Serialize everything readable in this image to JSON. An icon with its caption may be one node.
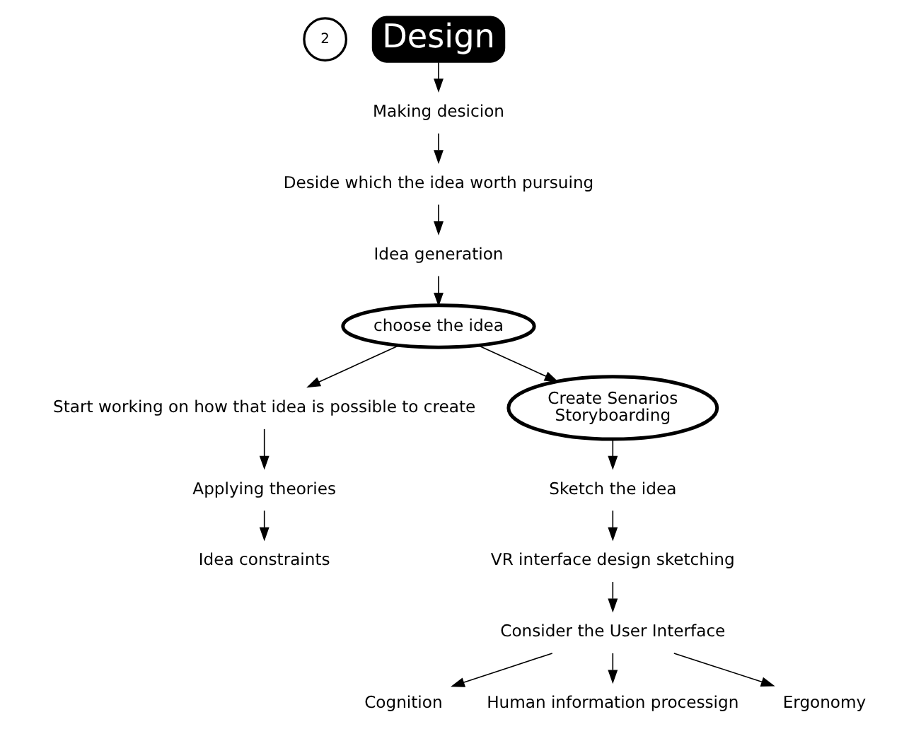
{
  "diagram": {
    "nodes": [
      {
        "text": [
          "Design"
        ]
      },
      {
        "text": [
          "Making desicion"
        ]
      },
      {
        "text": [
          "Deside which the idea worth pursuing"
        ]
      },
      {
        "text": [
          "Idea generation"
        ]
      },
      {
        "text": [
          "choose the idea"
        ]
      },
      {
        "text": [
          "Start working on how that idea is possible to create"
        ]
      },
      {
        "text": [
          "Idea constraints"
        ]
      },
      {
        "text": [
          "Applying theories"
        ]
      },
      {
        "text": [
          "Create Senarios",
          "Storyboarding"
        ]
      },
      {
        "text": [
          "Sketch the idea"
        ]
      },
      {
        "text": [
          "VR interface design sketching"
        ]
      },
      {
        "text": [
          "Consider the User Interface"
        ]
      },
      {
        "text": [
          "Cognition"
        ]
      },
      {
        "text": [
          "Human information processign"
        ]
      },
      {
        "text": [
          "Ergonomy"
        ]
      }
    ],
    "edges": [
      {
        "from": 0,
        "to": 1,
        "arrow": "to"
      },
      {
        "from": 1,
        "to": 2,
        "arrow": "to"
      },
      {
        "from": 2,
        "to": 3,
        "arrow": "to"
      },
      {
        "from": 3,
        "to": 4,
        "arrow": "to"
      },
      {
        "from": 4,
        "to": 5,
        "arrow": "to"
      },
      {
        "from": 5,
        "to": 7,
        "arrow": "to"
      },
      {
        "from": 7,
        "to": 6,
        "arrow": "to"
      },
      {
        "from": 4,
        "to": 8,
        "arrow": "to"
      },
      {
        "from": 8,
        "to": 9,
        "arrow": "to"
      },
      {
        "from": 9,
        "to": 10,
        "arrow": "to"
      },
      {
        "from": 10,
        "to": 11,
        "arrow": "to"
      },
      {
        "from": 11,
        "to": 12,
        "arrow": "to"
      },
      {
        "from": 11,
        "to": 13,
        "arrow": "to"
      },
      {
        "from": 11,
        "to": 14,
        "arrow": "to"
      }
    ],
    "labels": [
      "2"
    ]
  }
}
